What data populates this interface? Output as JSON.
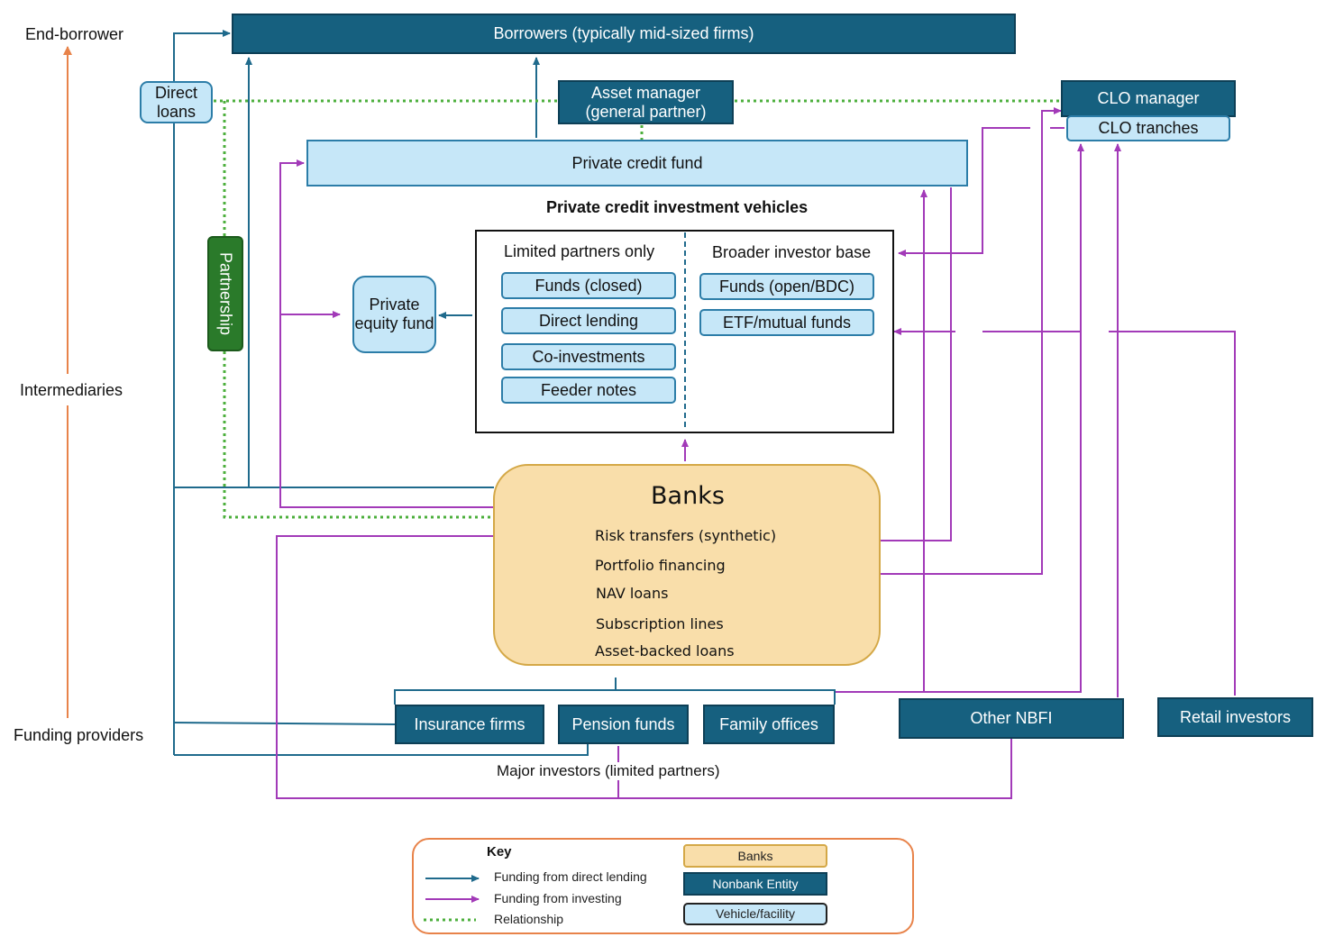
{
  "colors": {
    "direct": "#1f6a8c",
    "investing": "#a23ab8",
    "relationship": "#4caf3c",
    "axis": "#e8834a",
    "bank_fill": "#f9deaa",
    "bank_border": "#d4a847",
    "nonbank_fill": "#16607f",
    "vehicle_fill": "#c6e7f8",
    "partnership_fill": "#2a7a2a"
  },
  "axis": {
    "end_borrower": "End-borrower",
    "intermediaries": "Intermediaries",
    "funding_providers": "Funding providers"
  },
  "nodes": {
    "borrowers": "Borrowers (typically mid-sized firms)",
    "direct_loans": "Direct loans",
    "asset_manager": "Asset manager (general partner)",
    "clo_manager": "CLO manager",
    "clo_tranches": "CLO tranches",
    "private_credit_fund": "Private credit fund",
    "partnership": "Partnership",
    "private_equity_fund": "Private equity fund",
    "insurance_firms": "Insurance firms",
    "pension_funds": "Pension funds",
    "family_offices": "Family offices",
    "other_nbfi": "Other NBFI",
    "retail_investors": "Retail investors",
    "major_investors": "Major investors (limited partners)"
  },
  "vehicles": {
    "title": "Private credit investment vehicles",
    "lp_heading": "Limited partners only",
    "broad_heading": "Broader investor base",
    "lp_items": [
      "Funds (closed)",
      "Direct lending",
      "Co-investments",
      "Feeder notes"
    ],
    "broad_items": [
      "Funds (open/BDC)",
      "ETF/mutual funds"
    ]
  },
  "banks": {
    "title": "Banks",
    "items": [
      "Risk transfers (synthetic)",
      "Portfolio financing",
      "NAV loans",
      "Subscription lines",
      "Asset-backed loans"
    ]
  },
  "key": {
    "title": "Key",
    "direct": "Funding from direct lending",
    "investing": "Funding from investing",
    "relationship": "Relationship",
    "banks": "Banks",
    "nonbank": "Nonbank Entity",
    "vehicle": "Vehicle/facility"
  }
}
